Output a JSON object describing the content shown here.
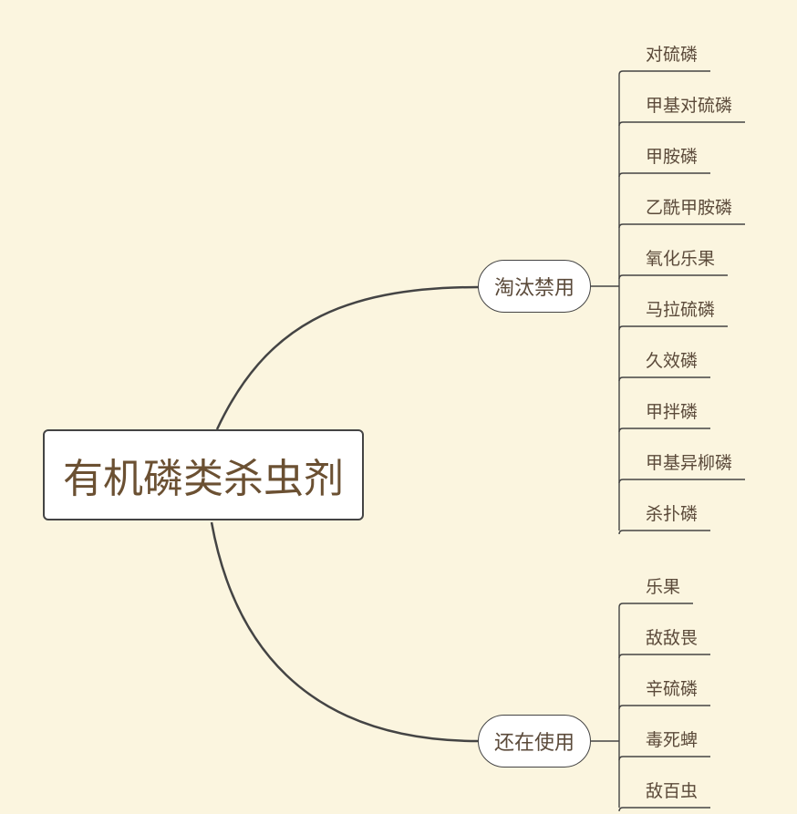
{
  "root": {
    "label": "有机磷类杀虫剂"
  },
  "branches": [
    {
      "label": "淘汰禁用",
      "items": [
        "对硫磷",
        "甲基对硫磷",
        "甲胺磷",
        "乙酰甲胺磷",
        "氧化乐果",
        "马拉硫磷",
        "久效磷",
        "甲拌磷",
        "甲基异柳磷",
        "杀扑磷"
      ]
    },
    {
      "label": "还在使用",
      "items": [
        "乐果",
        "敌敌畏",
        "辛硫磷",
        "毒死蜱",
        "敌百虫"
      ]
    }
  ],
  "colors": {
    "background": "#fbf5df",
    "line": "#444444",
    "text": "#5b4a3a",
    "root_text": "#6b5032"
  }
}
